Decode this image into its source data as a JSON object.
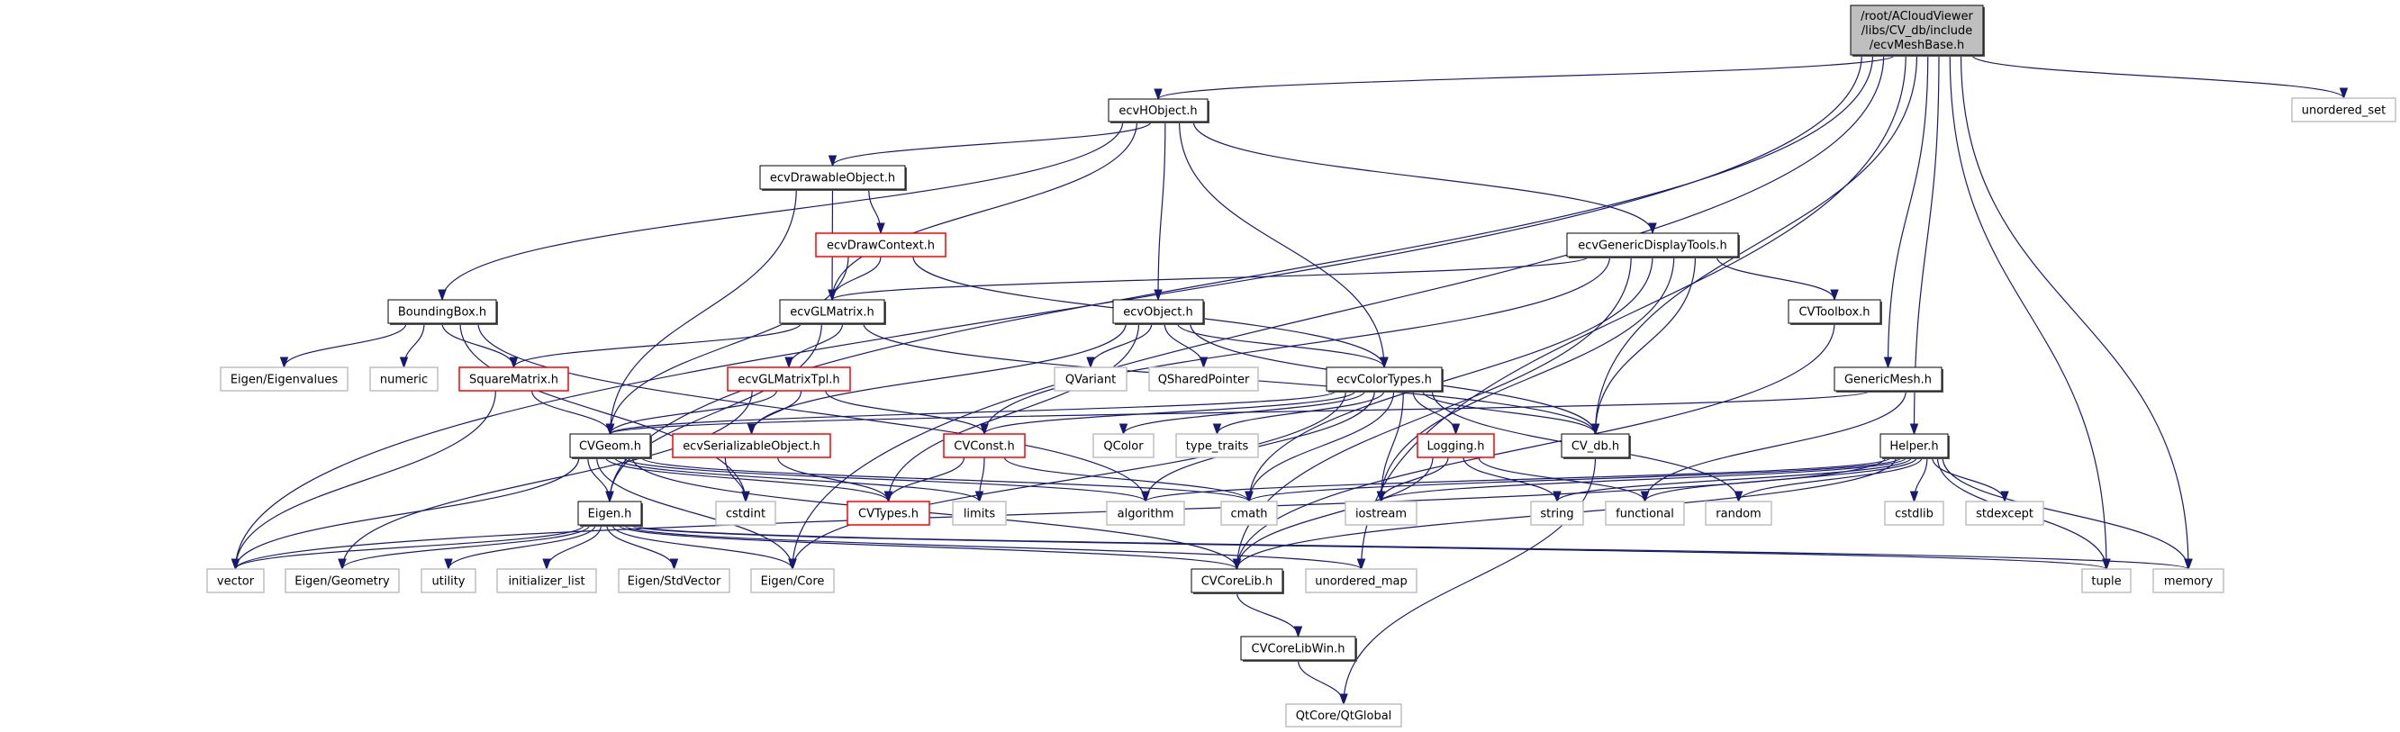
{
  "graph": {
    "edge_color": "#191970",
    "style_colors": {
      "root_fill": "#bfbfbf",
      "normal_border": "#000000",
      "incomplete_border": "#ff0000",
      "system_border": "#bfbfbf"
    },
    "nodes": [
      {
        "id": "root",
        "label": [
          "/root/ACloudViewer",
          "/libs/CV_db/include",
          "/ecvMeshBase.h"
        ],
        "style": "root"
      },
      {
        "id": "ecvHObject",
        "label": [
          "ecvHObject.h"
        ],
        "style": "normal"
      },
      {
        "id": "unordered_set",
        "label": [
          "unordered_set"
        ],
        "style": "system"
      },
      {
        "id": "ecvDrawableObject",
        "label": [
          "ecvDrawableObject.h"
        ],
        "style": "normal"
      },
      {
        "id": "ecvDrawContext",
        "label": [
          "ecvDrawContext.h"
        ],
        "style": "red"
      },
      {
        "id": "ecvGenericDisplayTools",
        "label": [
          "ecvGenericDisplayTools.h"
        ],
        "style": "normal"
      },
      {
        "id": "BoundingBox",
        "label": [
          "BoundingBox.h"
        ],
        "style": "normal"
      },
      {
        "id": "ecvGLMatrix",
        "label": [
          "ecvGLMatrix.h"
        ],
        "style": "normal"
      },
      {
        "id": "ecvObject",
        "label": [
          "ecvObject.h"
        ],
        "style": "normal"
      },
      {
        "id": "CVToolbox",
        "label": [
          "CVToolbox.h"
        ],
        "style": "normal"
      },
      {
        "id": "Eigen_Eigenvalues",
        "label": [
          "Eigen/Eigenvalues"
        ],
        "style": "system"
      },
      {
        "id": "numeric",
        "label": [
          "numeric"
        ],
        "style": "system"
      },
      {
        "id": "SquareMatrix",
        "label": [
          "SquareMatrix.h"
        ],
        "style": "red"
      },
      {
        "id": "ecvGLMatrixTpl",
        "label": [
          "ecvGLMatrixTpl.h"
        ],
        "style": "red"
      },
      {
        "id": "QVariant",
        "label": [
          "QVariant"
        ],
        "style": "system"
      },
      {
        "id": "QSharedPointer",
        "label": [
          "QSharedPointer"
        ],
        "style": "system"
      },
      {
        "id": "ecvColorTypes",
        "label": [
          "ecvColorTypes.h"
        ],
        "style": "normal"
      },
      {
        "id": "GenericMesh",
        "label": [
          "GenericMesh.h"
        ],
        "style": "normal"
      },
      {
        "id": "CVGeom",
        "label": [
          "CVGeom.h"
        ],
        "style": "normal"
      },
      {
        "id": "ecvSerializableObject",
        "label": [
          "ecvSerializableObject.h"
        ],
        "style": "red"
      },
      {
        "id": "CVConst",
        "label": [
          "CVConst.h"
        ],
        "style": "red"
      },
      {
        "id": "QColor",
        "label": [
          "QColor"
        ],
        "style": "system"
      },
      {
        "id": "type_traits",
        "label": [
          "type_traits"
        ],
        "style": "system"
      },
      {
        "id": "Logging",
        "label": [
          "Logging.h"
        ],
        "style": "red"
      },
      {
        "id": "CV_db",
        "label": [
          "CV_db.h"
        ],
        "style": "normal"
      },
      {
        "id": "Helper",
        "label": [
          "Helper.h"
        ],
        "style": "normal"
      },
      {
        "id": "Eigen",
        "label": [
          "Eigen.h"
        ],
        "style": "normal"
      },
      {
        "id": "cstdint",
        "label": [
          "cstdint"
        ],
        "style": "system"
      },
      {
        "id": "CVTypes",
        "label": [
          "CVTypes.h"
        ],
        "style": "red"
      },
      {
        "id": "limits",
        "label": [
          "limits"
        ],
        "style": "system"
      },
      {
        "id": "algorithm",
        "label": [
          "algorithm"
        ],
        "style": "system"
      },
      {
        "id": "cmath",
        "label": [
          "cmath"
        ],
        "style": "system"
      },
      {
        "id": "iostream",
        "label": [
          "iostream"
        ],
        "style": "system"
      },
      {
        "id": "string",
        "label": [
          "string"
        ],
        "style": "system"
      },
      {
        "id": "functional",
        "label": [
          "functional"
        ],
        "style": "system"
      },
      {
        "id": "random",
        "label": [
          "random"
        ],
        "style": "system"
      },
      {
        "id": "cstdlib",
        "label": [
          "cstdlib"
        ],
        "style": "system"
      },
      {
        "id": "stdexcept",
        "label": [
          "stdexcept"
        ],
        "style": "system"
      },
      {
        "id": "vector",
        "label": [
          "vector"
        ],
        "style": "system"
      },
      {
        "id": "Eigen_Geometry",
        "label": [
          "Eigen/Geometry"
        ],
        "style": "system"
      },
      {
        "id": "utility",
        "label": [
          "utility"
        ],
        "style": "system"
      },
      {
        "id": "initializer_list",
        "label": [
          "initializer_list"
        ],
        "style": "system"
      },
      {
        "id": "Eigen_StdVector",
        "label": [
          "Eigen/StdVector"
        ],
        "style": "system"
      },
      {
        "id": "Eigen_Core",
        "label": [
          "Eigen/Core"
        ],
        "style": "system"
      },
      {
        "id": "CVCoreLib",
        "label": [
          "CVCoreLib.h"
        ],
        "style": "normal"
      },
      {
        "id": "unordered_map",
        "label": [
          "unordered_map"
        ],
        "style": "system"
      },
      {
        "id": "tuple",
        "label": [
          "tuple"
        ],
        "style": "system"
      },
      {
        "id": "memory",
        "label": [
          "memory"
        ],
        "style": "system"
      },
      {
        "id": "CVCoreLibWin",
        "label": [
          "CVCoreLibWin.h"
        ],
        "style": "normal"
      },
      {
        "id": "QtCore_QtGlobal",
        "label": [
          "QtCore/QtGlobal"
        ],
        "style": "system"
      }
    ],
    "edges": [
      [
        "root",
        "ecvHObject"
      ],
      [
        "root",
        "unordered_set"
      ],
      [
        "root",
        "vector"
      ],
      [
        "root",
        "Eigen"
      ],
      [
        "root",
        "Eigen_Core"
      ],
      [
        "root",
        "CV_db"
      ],
      [
        "root",
        "GenericMesh"
      ],
      [
        "root",
        "Helper"
      ],
      [
        "root",
        "unordered_map"
      ],
      [
        "root",
        "tuple"
      ],
      [
        "root",
        "memory"
      ],
      [
        "ecvHObject",
        "ecvDrawableObject"
      ],
      [
        "ecvHObject",
        "BoundingBox"
      ],
      [
        "ecvHObject",
        "ecvGLMatrix"
      ],
      [
        "ecvHObject",
        "ecvObject"
      ],
      [
        "ecvHObject",
        "ecvColorTypes"
      ],
      [
        "ecvHObject",
        "ecvGenericDisplayTools"
      ],
      [
        "ecvDrawableObject",
        "ecvDrawContext"
      ],
      [
        "ecvDrawableObject",
        "ecvGLMatrix"
      ],
      [
        "ecvDrawableObject",
        "CVGeom"
      ],
      [
        "ecvDrawContext",
        "ecvGLMatrix"
      ],
      [
        "ecvDrawContext",
        "CVGeom"
      ],
      [
        "ecvDrawContext",
        "ecvColorTypes"
      ],
      [
        "ecvGenericDisplayTools",
        "ecvGLMatrix"
      ],
      [
        "ecvGenericDisplayTools",
        "CVToolbox"
      ],
      [
        "ecvGenericDisplayTools",
        "CV_db"
      ],
      [
        "ecvGenericDisplayTools",
        "CVConst"
      ],
      [
        "ecvGenericDisplayTools",
        "cmath"
      ],
      [
        "ecvGenericDisplayTools",
        "iostream"
      ],
      [
        "ecvGenericDisplayTools",
        "CVCoreLib"
      ],
      [
        "CVToolbox",
        "CVCoreLib"
      ],
      [
        "BoundingBox",
        "Eigen_Eigenvalues"
      ],
      [
        "BoundingBox",
        "numeric"
      ],
      [
        "BoundingBox",
        "SquareMatrix"
      ],
      [
        "BoundingBox",
        "cstdint"
      ],
      [
        "BoundingBox",
        "algorithm"
      ],
      [
        "ecvGLMatrix",
        "SquareMatrix"
      ],
      [
        "ecvGLMatrix",
        "ecvGLMatrixTpl"
      ],
      [
        "ecvGLMatrix",
        "Eigen"
      ],
      [
        "ecvGLMatrix",
        "CV_db"
      ],
      [
        "ecvObject",
        "QVariant"
      ],
      [
        "ecvObject",
        "QSharedPointer"
      ],
      [
        "ecvObject",
        "ecvColorTypes"
      ],
      [
        "ecvObject",
        "CV_db"
      ],
      [
        "ecvObject",
        "ecvSerializableObject"
      ],
      [
        "ecvObject",
        "CVTypes"
      ],
      [
        "SquareMatrix",
        "CVGeom"
      ],
      [
        "SquareMatrix",
        "vector"
      ],
      [
        "ecvGLMatrixTpl",
        "CVGeom"
      ],
      [
        "ecvGLMatrixTpl",
        "ecvSerializableObject"
      ],
      [
        "ecvGLMatrixTpl",
        "CVConst"
      ],
      [
        "ecvGLMatrixTpl",
        "Eigen_Geometry"
      ],
      [
        "ecvColorTypes",
        "CVGeom"
      ],
      [
        "ecvColorTypes",
        "CVConst"
      ],
      [
        "ecvColorTypes",
        "QColor"
      ],
      [
        "ecvColorTypes",
        "type_traits"
      ],
      [
        "ecvColorTypes",
        "Logging"
      ],
      [
        "ecvColorTypes",
        "CV_db"
      ],
      [
        "ecvColorTypes",
        "cmath"
      ],
      [
        "ecvColorTypes",
        "iostream"
      ],
      [
        "ecvColorTypes",
        "algorithm"
      ],
      [
        "ecvColorTypes",
        "random"
      ],
      [
        "ecvColorTypes",
        "Eigen_Core"
      ],
      [
        "GenericMesh",
        "CVGeom"
      ],
      [
        "GenericMesh",
        "functional"
      ],
      [
        "ecvSerializableObject",
        "cstdint"
      ],
      [
        "ecvSerializableObject",
        "CVTypes"
      ],
      [
        "CVConst",
        "CVTypes"
      ],
      [
        "CVConst",
        "limits"
      ],
      [
        "CVConst",
        "cmath"
      ],
      [
        "CVGeom",
        "Eigen"
      ],
      [
        "CVGeom",
        "vector"
      ],
      [
        "CVGeom",
        "Eigen_Core"
      ],
      [
        "CVGeom",
        "CVTypes"
      ],
      [
        "CVGeom",
        "limits"
      ],
      [
        "CVGeom",
        "algorithm"
      ],
      [
        "CVGeom",
        "cmath"
      ],
      [
        "CVGeom",
        "CVCoreLib"
      ],
      [
        "Logging",
        "iostream"
      ],
      [
        "Logging",
        "string"
      ],
      [
        "Logging",
        "functional"
      ],
      [
        "Logging",
        "CVCoreLib"
      ],
      [
        "CV_db",
        "QtCore_QtGlobal"
      ],
      [
        "Helper",
        "cmath"
      ],
      [
        "Helper",
        "iostream"
      ],
      [
        "Helper",
        "string"
      ],
      [
        "Helper",
        "functional"
      ],
      [
        "Helper",
        "random"
      ],
      [
        "Helper",
        "cstdlib"
      ],
      [
        "Helper",
        "stdexcept"
      ],
      [
        "Helper",
        "tuple"
      ],
      [
        "Helper",
        "memory"
      ],
      [
        "Helper",
        "CVCoreLib"
      ],
      [
        "Helper",
        "vector"
      ],
      [
        "Helper",
        "algorithm"
      ],
      [
        "Eigen",
        "vector"
      ],
      [
        "Eigen",
        "Eigen_Geometry"
      ],
      [
        "Eigen",
        "utility"
      ],
      [
        "Eigen",
        "initializer_list"
      ],
      [
        "Eigen",
        "Eigen_StdVector"
      ],
      [
        "Eigen",
        "Eigen_Core"
      ],
      [
        "Eigen",
        "CVCoreLib"
      ],
      [
        "Eigen",
        "unordered_map"
      ],
      [
        "Eigen",
        "tuple"
      ],
      [
        "Eigen",
        "memory"
      ],
      [
        "CVCoreLib",
        "CVCoreLibWin"
      ],
      [
        "CVCoreLibWin",
        "QtCore_QtGlobal"
      ]
    ]
  }
}
